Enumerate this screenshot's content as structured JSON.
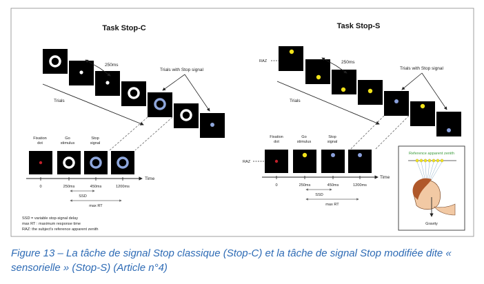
{
  "colors": {
    "fixation": "#c0202a",
    "go": "#ffffff",
    "stop_c": "#8fa7dc",
    "stop_s": "#8aa0dc",
    "yellow": "#f1e21a",
    "zenith_label": "#3a9a3a",
    "caption": "#2e6bb5"
  },
  "panel_c": {
    "title": "Task Stop-C",
    "delay_label": "250ms",
    "stop_trials_label": "Trials with Stop signal",
    "trials_label": "Trials",
    "timeline": {
      "labels": [
        "Fixation\ndot",
        "Go\nstimulus",
        "Stop\nsignal"
      ],
      "time_label": "Time",
      "ticks": [
        "0",
        "250ms",
        "450ms",
        "1200ms"
      ],
      "ssd": "SSD",
      "max_rt": "max RT"
    },
    "legend": [
      "SSD = variable stop-signal delay",
      "max RT : maximum response time",
      "RAZ: the subject's reference apparent zenith"
    ]
  },
  "panel_s": {
    "title": "Task Stop-S",
    "raz": "RAZ",
    "delay_label": "250ms",
    "stop_trials_label": "Trials with Stop signal",
    "trials_label": "Trials",
    "timeline": {
      "raz": "RAZ",
      "labels": [
        "Fixation\ndot",
        "Go\nstimulus",
        "Stop\nsignal"
      ],
      "time_label": "Time",
      "ticks": [
        "0",
        "250ms",
        "450ms",
        "1200ms"
      ],
      "ssd": "SSD",
      "max_rt": "max RT"
    },
    "inset": {
      "zenith_label": "Reference apparent zenith",
      "gravity_label": "Gravity"
    }
  },
  "caption": "Figure 13 – La tâche de signal Stop classique (Stop-C) et la tâche de signal Stop modifiée dite « sensorielle » (Stop-S) (Article n°4)"
}
